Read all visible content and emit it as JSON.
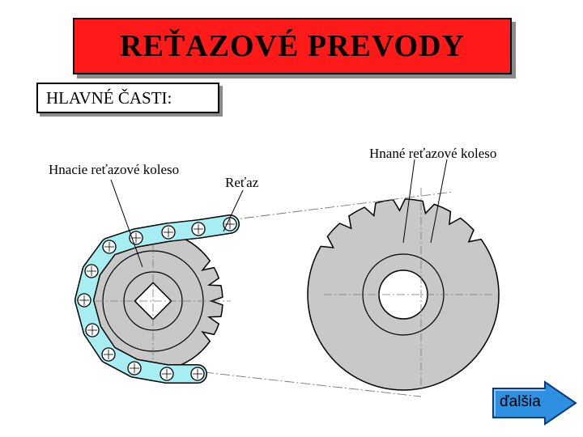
{
  "title": "REŤAZOVÉ PREVODY",
  "subtitle": "HLAVNÉ ČASTI:",
  "labels": {
    "driving_sprocket": "Hnacie reťazové koleso",
    "chain": "Reťaz",
    "driven_sprocket": "Hnané reťazové koleso"
  },
  "next_button": {
    "label": "ďalšia"
  },
  "colors": {
    "title_bg": "#ff1a1a",
    "sprocket_fill": "#c8c8c8",
    "chain_fill": "#a6eef2",
    "button_fill": "#2f8fe0"
  }
}
